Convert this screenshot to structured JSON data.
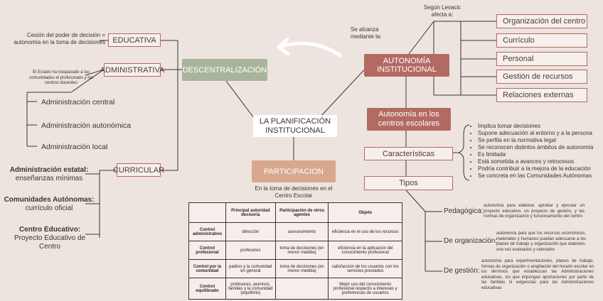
{
  "center": {
    "title": "LA PLANIFICACIÓN INSTITUCIONAL"
  },
  "descentralizacion": {
    "label": "DESCENTRALIZACIÓN"
  },
  "autonomia": {
    "label": "AUTONOMÍA INSTITUCIONAL",
    "link_text": "Se alcanza mediante la:"
  },
  "levacic": {
    "caption": "Según Levacic afecta a:",
    "items": [
      "Organización del centro",
      "Currículo",
      "Personal",
      "Gestión de recursos",
      "Relaciones externas"
    ]
  },
  "autonomia_escolar": {
    "label": "Autonomía en los centros escolares",
    "caracteristicas_label": "Características",
    "tipos_label": "Tipos",
    "features": [
      "Implica tomar decisiones",
      "Supone adecuación al entorno y a la persona",
      "Se perfila en la normativa legal",
      "Se reconocen distintos ámbitos de autonomía",
      "Es limitada",
      "Está sometida a avances y retrocesos",
      "Podría contribuir a la mejora de la educación",
      "Se concreta en las Comunidades Autónomas"
    ],
    "types": [
      {
        "name": "Pedagógica:",
        "desc": "autonomía para elaborar, aprobar y ejecutar un proyecto educativo, un proyecto de gestión, y las normas de organización y funcionamiento del centro"
      },
      {
        "name": "De organización:",
        "desc": "autonomía para que los recursos económicos, materiales y humanos puedan adecuarse a los planes de trabajo y organización que elaboren, una vez evaluados y valorados"
      },
      {
        "name": "De gestión:",
        "desc": "autonomía para experimentaciones, planes de trabajo, formas de organización o ampliación del horario escolar en los términos que establezcan las Administraciones educativas, sin que impongan aportaciones por parte de las familias ni exigencias para las Administraciones educativas"
      }
    ]
  },
  "participacion": {
    "label": "PARTICIPACIÓN",
    "caption": "En la toma de decisiones en el Centro Escolar"
  },
  "educativa": {
    "label": "EDUCATIVA",
    "note": "Cesión del poder de decisión = autonomía en la toma de decisiones"
  },
  "administrativa": {
    "label": "ADMINISTRATIVA",
    "note": "El Estado ha traspasado a las comunidades el profesorado y los centros docentes",
    "items": [
      "Administración central",
      "Administración autonómica",
      "Administración local"
    ]
  },
  "curricular": {
    "label": "CURRICULAR",
    "items": [
      {
        "title": "Administración estatal:",
        "text": "enseñanzas mínimas"
      },
      {
        "title": "Comunidades Autónomas:",
        "text": "currículo oficial"
      },
      {
        "title": "Centro Educativo:",
        "text": "Proyecto Educativo de Centro"
      }
    ]
  },
  "table": {
    "headers": [
      "",
      "Principal autoridad decisoria",
      "Participación de otros agentes",
      "Objeto"
    ],
    "rows": [
      [
        "Control administrativo",
        "dirección",
        "asesoramiento",
        "eficiencia en el uso de los recursos"
      ],
      [
        "Control profesional",
        "profesores",
        "toma de decisiones (en menor medida)",
        "eficiencia en la aplicación del conocimiento profesional"
      ],
      [
        "Control por la comunidad",
        "padres y la comunidad en general",
        "toma de decisiones (en menor medida)",
        "satisfacción de los usuarios con los servicios prestados"
      ],
      [
        "Control equilibrado",
        "profesores, alumnos, familias y la comunidad (equilibrio)",
        "",
        "Mejor uso del conocimiento profesional respecto a intereses y preferencias de usuarios"
      ]
    ]
  },
  "colors": {
    "accent_red": "#b36a62",
    "sage": "#a9b59a",
    "peach": "#d7a88e",
    "background": "#ede4df"
  }
}
